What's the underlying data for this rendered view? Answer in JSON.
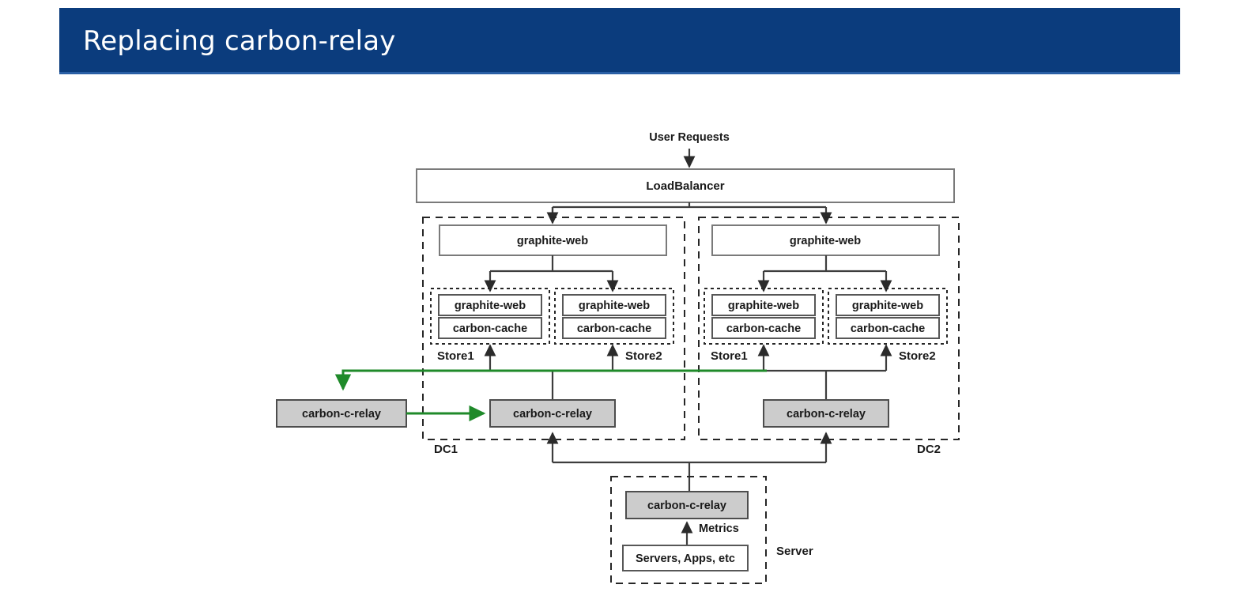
{
  "slide": {
    "title": "Replacing carbon-relay",
    "banner_color": "#0b3c7d",
    "title_color": "#ffffff"
  },
  "diagram": {
    "colors": {
      "relay_fill": "#cccccc",
      "box_fill": "#ffffff",
      "connector": "#3d3d3d",
      "highlight_flow": "#1f8a2a",
      "container_border": "#262626"
    },
    "entry": {
      "user_requests_label": "User Requests",
      "load_balancer_label": "LoadBalancer"
    },
    "datacenters": [
      {
        "name": "DC1",
        "frontend_label": "graphite-web",
        "stores": [
          {
            "name": "Store1",
            "web_label": "graphite-web",
            "cache_label": "carbon-cache"
          },
          {
            "name": "Store2",
            "web_label": "graphite-web",
            "cache_label": "carbon-cache"
          }
        ],
        "relay_label": "carbon-c-relay"
      },
      {
        "name": "DC2",
        "frontend_label": "graphite-web",
        "stores": [
          {
            "name": "Store1",
            "web_label": "graphite-web",
            "cache_label": "carbon-cache"
          },
          {
            "name": "Store2",
            "web_label": "graphite-web",
            "cache_label": "carbon-cache"
          }
        ],
        "relay_label": "carbon-c-relay"
      }
    ],
    "external_relay": {
      "label": "carbon-c-relay"
    },
    "server": {
      "name": "Server",
      "relay_label": "carbon-c-relay",
      "source_label": "Servers, Apps, etc",
      "metrics_label": "Metrics"
    }
  }
}
